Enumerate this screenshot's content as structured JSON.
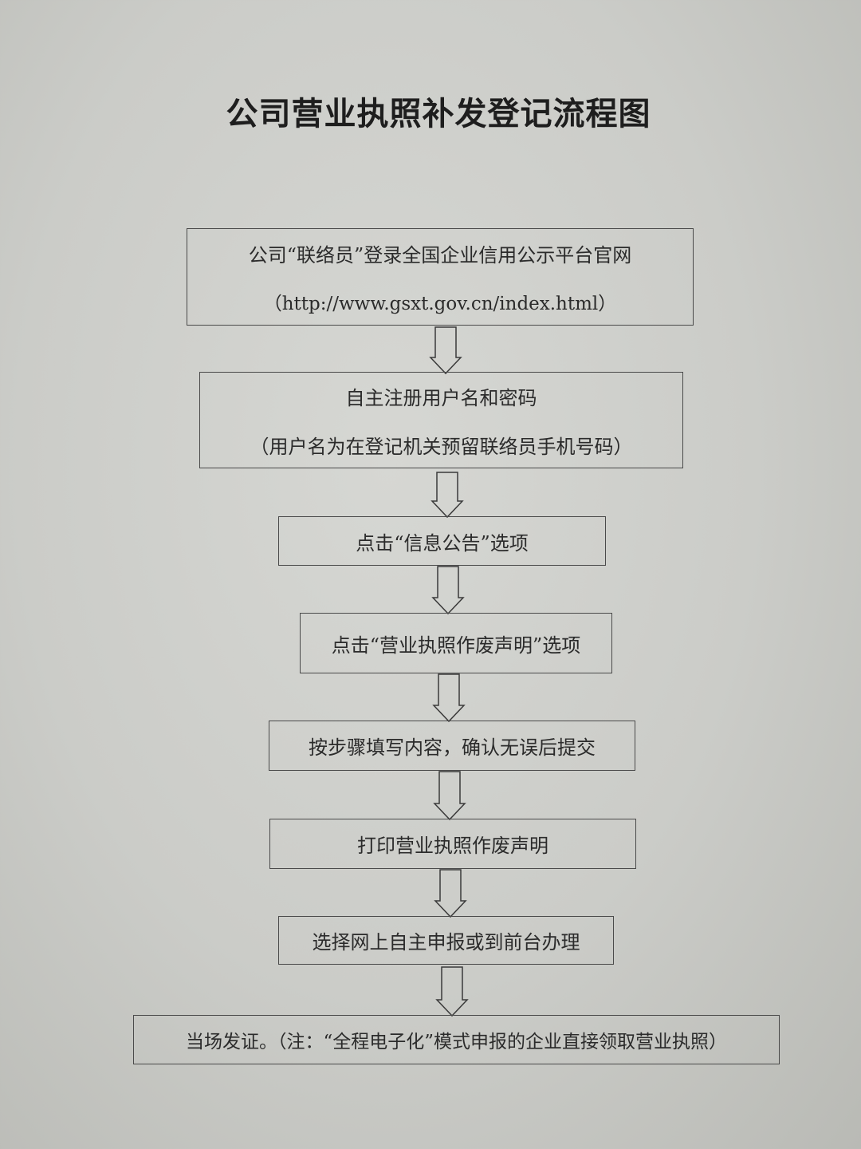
{
  "title": "公司营业执照补发登记流程图",
  "steps": [
    {
      "line1": "公司“联络员”登录全国企业信用公示平台官网",
      "line2": "（http://www.gsxt.gov.cn/index.html）"
    },
    {
      "line1": "自主注册用户名和密码",
      "line2": "（用户名为在登记机关预留联络员手机号码）"
    },
    {
      "line1": "点击“信息公告”选项"
    },
    {
      "line1": "点击“营业执照作废声明”选项"
    },
    {
      "line1": "按步骤填写内容，确认无误后提交"
    },
    {
      "line1": "打印营业执照作废声明"
    },
    {
      "line1": "选择网上自主申报或到前台办理"
    },
    {
      "line1": "当场发证。（注：“全程电子化”模式申报的企业直接领取营业执照）"
    }
  ]
}
